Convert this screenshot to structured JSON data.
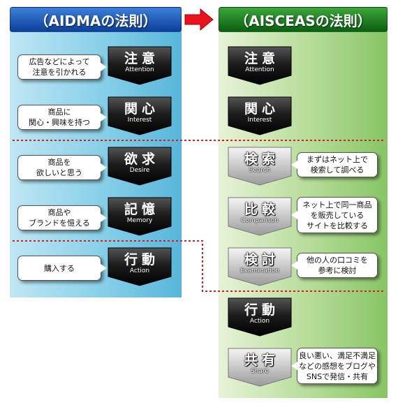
{
  "aidma": {
    "title": "（AIDMAの法則）",
    "steps": [
      {
        "kanji": "注意",
        "english": "Attention",
        "bubble": "広告などによって\n注意を引かれる"
      },
      {
        "kanji": "関心",
        "english": "Interest",
        "bubble": "商品に\n関心・興味を持つ"
      },
      {
        "kanji": "欲求",
        "english": "Desire",
        "bubble": "商品を\n欲しいと思う"
      },
      {
        "kanji": "記憶",
        "english": "Memory",
        "bubble": "商品や\nブランドを憶える"
      },
      {
        "kanji": "行動",
        "english": "Action",
        "bubble": "購入する"
      }
    ]
  },
  "aisceas": {
    "title": "（AISCEASの法則）",
    "steps": [
      {
        "kanji": "注意",
        "english": "Attention",
        "bubble": ""
      },
      {
        "kanji": "関心",
        "english": "Interest",
        "bubble": ""
      },
      {
        "kanji": "検索",
        "english": "Search",
        "bubble": "まずはネット上で\n検索して調べる"
      },
      {
        "kanji": "比較",
        "english": "Comparison",
        "bubble": "ネット上で同一商品\nを販売している\nサイトを比較する"
      },
      {
        "kanji": "検討",
        "english": "Examination",
        "bubble": "他の人の口コミを\n参考に検討"
      },
      {
        "kanji": "行動",
        "english": "Action",
        "bubble": ""
      },
      {
        "kanji": "共有",
        "english": "Share",
        "bubble": "良い悪い、満足不満足\nなどの感想をブログや\nSNSで発信・共有"
      }
    ]
  },
  "colors": {
    "aidma_banner": "#1b56b8",
    "aisceas_banner": "#1c7a22",
    "arrow": "#e8141c",
    "divider": "#d81e1e",
    "dark_step": "#1a1a1a",
    "light_step": "#c4c4c4"
  }
}
